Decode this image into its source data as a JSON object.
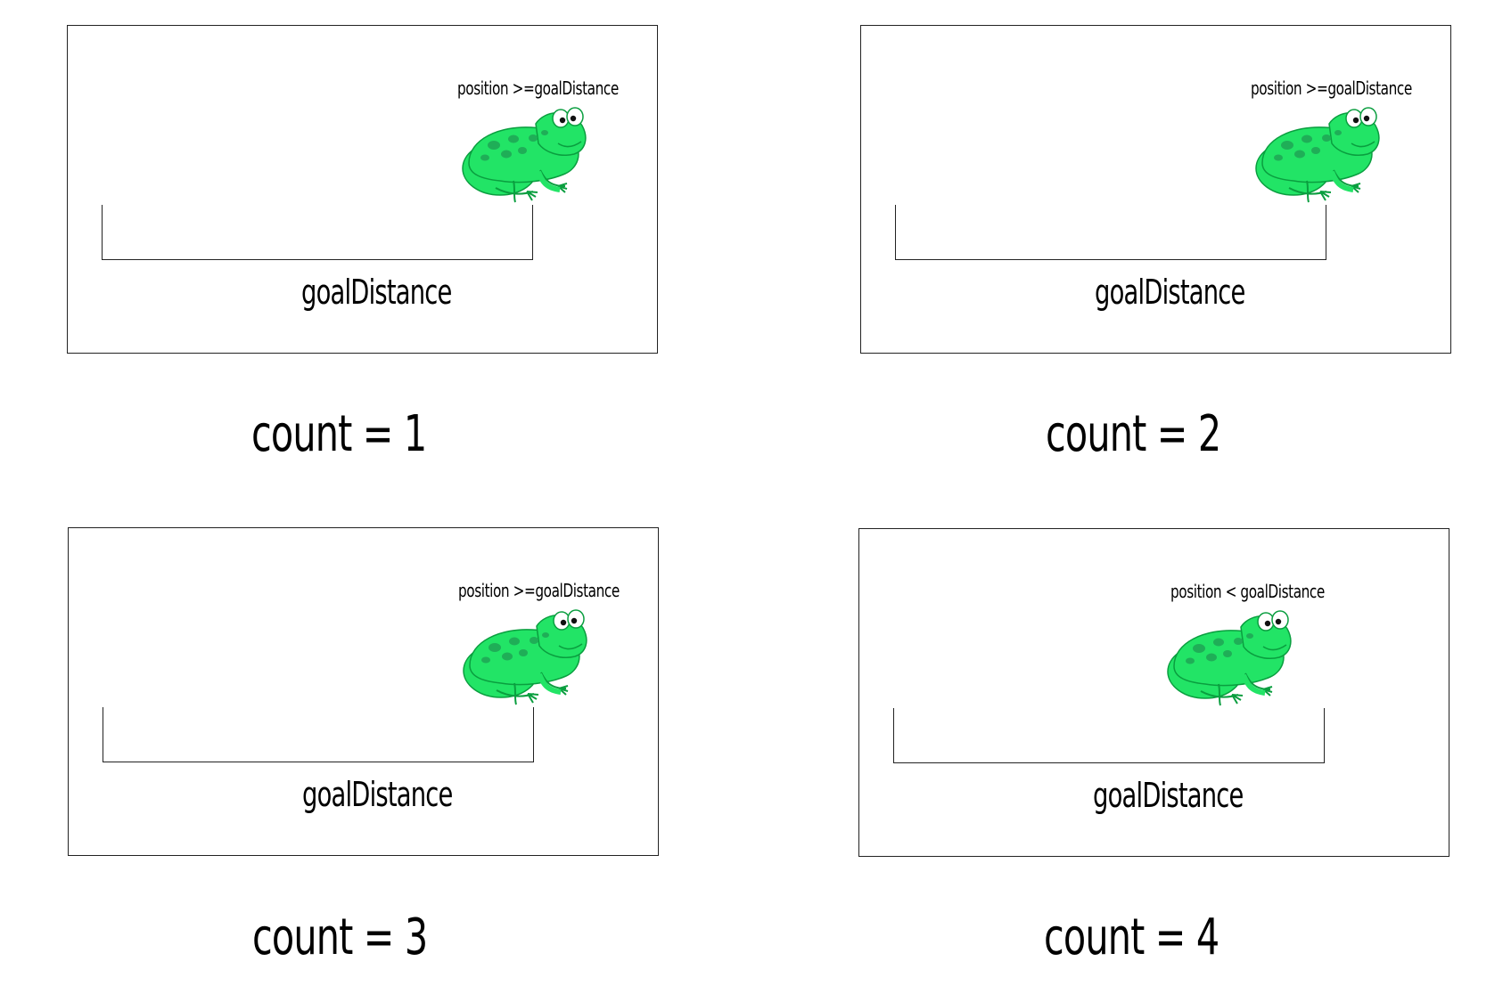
{
  "panels": [
    {
      "status": "position >=goalDistance",
      "goal_label": "goalDistance",
      "count": "count = 1"
    },
    {
      "status": "position >=goalDistance",
      "goal_label": "goalDistance",
      "count": "count = 2"
    },
    {
      "status": "position >=goalDistance",
      "goal_label": "goalDistance",
      "count": "count = 3"
    },
    {
      "status": "position < goalDistance",
      "goal_label": "goalDistance",
      "count": "count = 4"
    }
  ],
  "colors": {
    "frog_body": "#22e466",
    "frog_spots": "#1fae57",
    "frog_outline": "#0a9e3f",
    "border": "#222222"
  },
  "icons": {
    "frog": "frog-icon"
  }
}
